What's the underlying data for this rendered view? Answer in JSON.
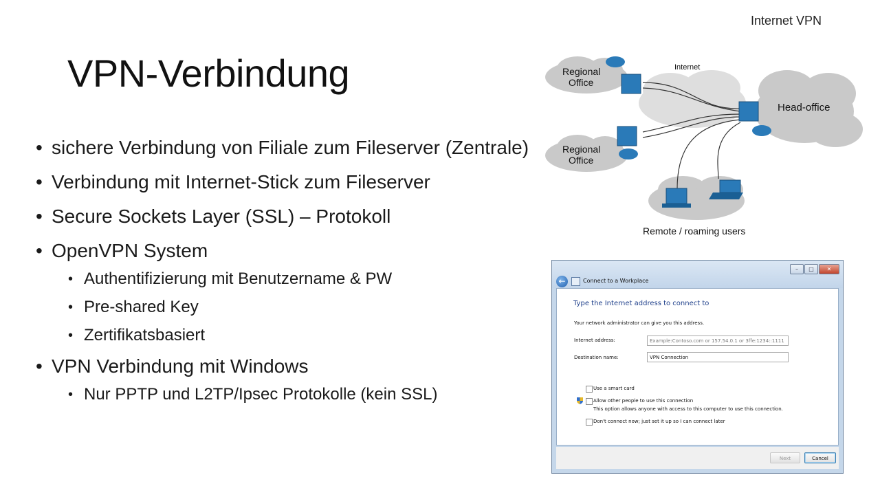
{
  "corner_label": "Internet VPN",
  "title": "VPN-Verbindung",
  "bullets": {
    "b1": "sichere Verbindung von Filiale zum Fileserver (Zentrale)",
    "b2": "Verbindung mit Internet-Stick zum Fileserver",
    "b3": "Secure Sockets Layer (SSL) – Protokoll",
    "b4": "OpenVPN System",
    "b4_sub": [
      "Authentifizierung mit Benutzername & PW",
      "Pre-shared Key",
      "Zertifikatsbasiert"
    ],
    "b5": "VPN Verbindung mit Windows",
    "b5_sub": [
      "Nur PPTP und L2TP/Ipsec Protokolle (kein SSL)"
    ]
  },
  "diagram": {
    "internet": "Internet",
    "regional_line1": "Regional",
    "regional_line2": "Office",
    "head_office": "Head-office",
    "remote_users": "Remote / roaming users"
  },
  "dialog": {
    "window_title": "Connect to a Workplace",
    "heading": "Type the Internet address to connect to",
    "intro": "Your network administrator can give you this address.",
    "address_label": "Internet address:",
    "address_placeholder": "Example:Contoso.com or 157.54.0.1 or 3ffe:1234::1111",
    "destination_label": "Destination name:",
    "destination_value": "VPN Connection",
    "smart_card": "Use a smart card",
    "allow_others": "Allow other people to use this connection",
    "allow_note": "This option allows anyone with access to this computer to use this connection.",
    "dont_connect": "Don't connect now; just set it up so I can connect later",
    "next": "Next",
    "cancel": "Cancel"
  },
  "colors": {
    "cloud": "#c9c9c9",
    "device": "#2a7ab8",
    "dialog_heading": "#1e3f8a"
  }
}
